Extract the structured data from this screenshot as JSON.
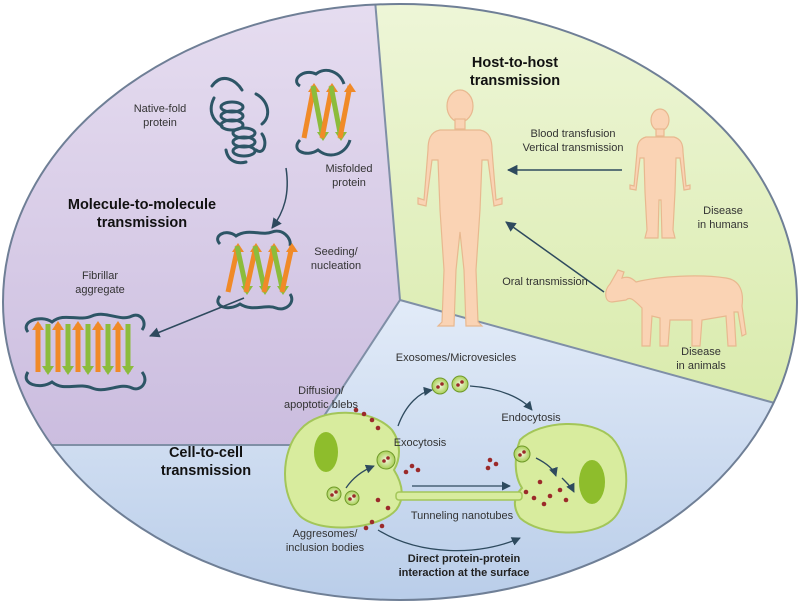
{
  "sections": {
    "molecule": {
      "title": [
        "Molecule-to-molecule",
        "transmission"
      ],
      "native_fold": [
        "Native-fold",
        "protein"
      ],
      "misfolded": [
        "Misfolded",
        "protein"
      ],
      "seeding": [
        "Seeding/",
        "nucleation"
      ],
      "fibrillar": [
        "Fibrillar",
        "aggregate"
      ]
    },
    "host": {
      "title": [
        "Host-to-host",
        "transmission"
      ],
      "blood": [
        "Blood transfusion",
        "Vertical transmission"
      ],
      "humans": [
        "Disease",
        "in humans"
      ],
      "oral": "Oral transmission",
      "animals": [
        "Disease",
        "in animals"
      ]
    },
    "cell": {
      "title": [
        "Cell-to-cell",
        "transmission"
      ],
      "exosomes": "Exosomes/Microvesicles",
      "diffusion": [
        "Diffusion/",
        "apoptotic blebs"
      ],
      "exocytosis": "Exocytosis",
      "endocytosis": "Endocytosis",
      "tunneling": "Tunneling nanotubes",
      "aggresomes": [
        "Aggresomes/",
        "inclusion bodies"
      ],
      "direct": [
        "Direct protein-protein",
        "interaction at the surface"
      ]
    }
  },
  "colors": {
    "molecule_bg": "#ddd2ea",
    "host_bg": "#e4f0c8",
    "cell_bg": "#d3e0f3",
    "border": "#7f8fa6",
    "human": "#fad3b4",
    "cell_fill": "#d8ec9e",
    "nucleus": "#8ebd2c",
    "orange_strand": "#f08a28",
    "green_strand": "#8cbc3c",
    "coil": "#2d5566",
    "arrow": "#2e4a5e",
    "particle": "#9b2a2a"
  }
}
